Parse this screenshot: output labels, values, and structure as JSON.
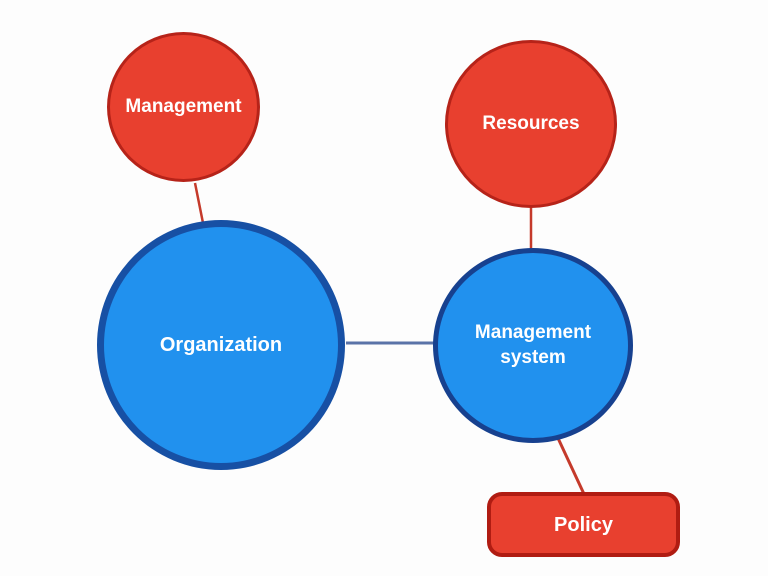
{
  "canvas": {
    "background": "#fdfdfd"
  },
  "nodes": {
    "management": {
      "label": "Management",
      "shape": "circle",
      "fill": "#e8402f",
      "border": "#b62319",
      "text_color": "#ffffff"
    },
    "resources": {
      "label": "Resources",
      "shape": "circle",
      "fill": "#e8402f",
      "border": "#b62319",
      "text_color": "#ffffff"
    },
    "organization": {
      "label": "Organization",
      "shape": "circle",
      "fill": "#2191ee",
      "border": "#1750a4",
      "text_color": "#ffffff"
    },
    "management_system": {
      "label": "Management system",
      "shape": "circle",
      "fill": "#2191ee",
      "border": "#17418f",
      "text_color": "#ffffff"
    },
    "policy": {
      "label": "Policy",
      "shape": "rounded-rectangle",
      "fill": "#e8402f",
      "border": "#b01c12",
      "text_color": "#ffffff"
    }
  },
  "connectors": [
    {
      "from": "management",
      "to": "organization",
      "color": "#c53a2b"
    },
    {
      "from": "resources",
      "to": "management_system",
      "color": "#c53a2b"
    },
    {
      "from": "organization",
      "to": "management_system",
      "color": "#5a73a8"
    },
    {
      "from": "management_system",
      "to": "policy",
      "color": "#c53a2b"
    }
  ]
}
